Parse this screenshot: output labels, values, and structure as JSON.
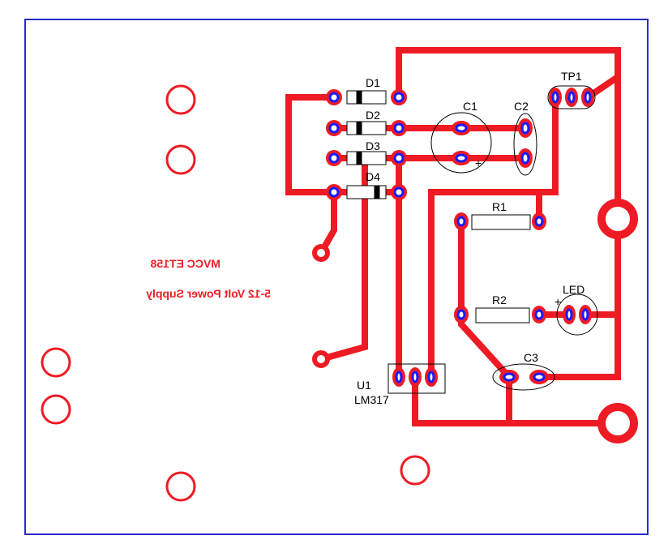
{
  "board": {
    "title_line1": "MVCC  ET158",
    "title_line2": "5-12  Volt Power Supply"
  },
  "components": {
    "d1": "D1",
    "d2": "D2",
    "d3": "D3",
    "d4": "D4",
    "c1": "C1",
    "c2": "C2",
    "c3": "C3",
    "tp1": "TP1",
    "r1": "R1",
    "r2": "R2",
    "led": "LED",
    "u1": "U1",
    "u1_part": "LM317",
    "c1_polarity": "+",
    "led_polarity": "+"
  },
  "colors": {
    "copper": "#ee1b24",
    "pad_ring": "#1a1aff",
    "outline": "#2a2ad0",
    "silkscreen": "#000000",
    "background": "#ffffff"
  }
}
